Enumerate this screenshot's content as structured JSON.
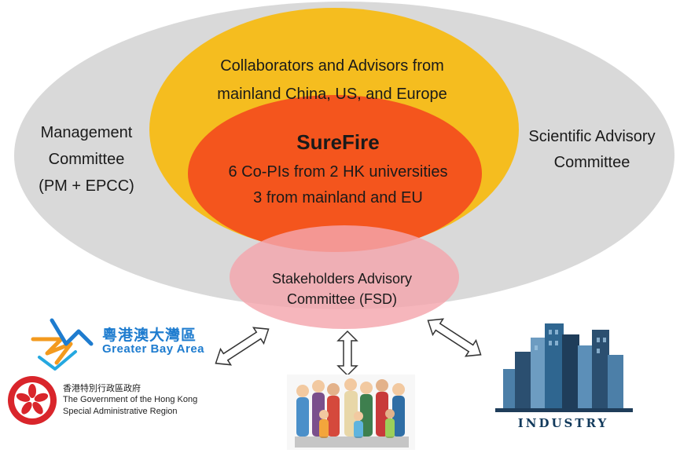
{
  "outer_ring": {
    "left": [
      "Management",
      "Committee",
      "(PM + EPCC)"
    ],
    "right": [
      "Scientific Advisory",
      "Committee"
    ]
  },
  "collaborators": [
    "Collaborators and Advisors from",
    "mainland China, US, and Europe"
  ],
  "core": {
    "title": "SureFire",
    "line1": "6 Co-PIs from 2 HK universities",
    "line2": "3 from mainland and EU"
  },
  "stakeholders": [
    "Stakeholders Advisory",
    "Committee (FSD)"
  ],
  "logos": {
    "gba_chinese": "粵港澳大灣區",
    "gba_english": "Greater Bay Area",
    "hk_chinese": "香港特別行政區政府",
    "hk_english_1": "The Government of the Hong Kong",
    "hk_english_2": "Special Administrative Region",
    "industry": "INDUSTRY"
  },
  "colors": {
    "outer": "#d9d9d9",
    "collaborators": "#f5bd1f",
    "core": "#f4551d",
    "stakeholders": "#f4a6ad",
    "gba_blue": "#1e7ccf",
    "hk_red": "#d9252b"
  }
}
